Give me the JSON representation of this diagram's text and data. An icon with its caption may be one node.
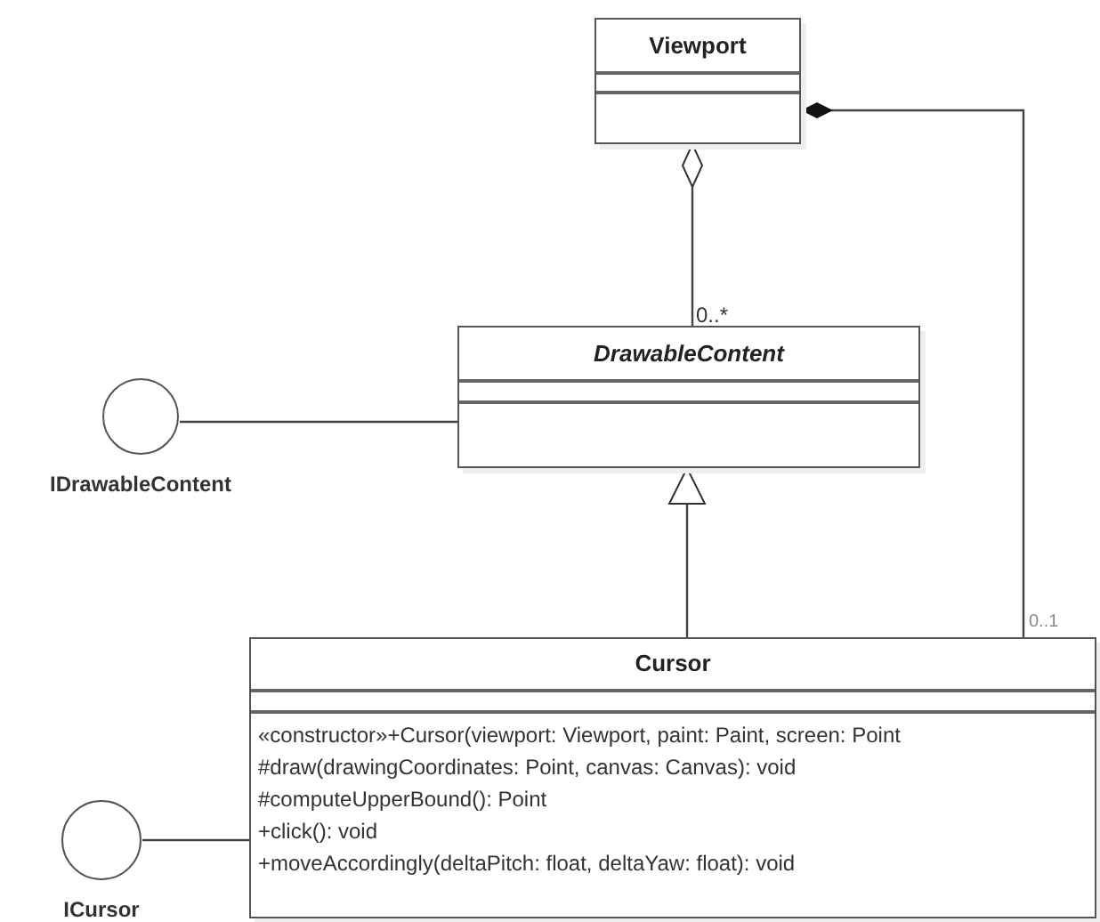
{
  "diagram": {
    "nodes": [
      {
        "text": [
          "Viewport"
        ]
      },
      {
        "text": [
          "DrawableContent"
        ]
      },
      {
        "text": [
          "IDrawableContent"
        ]
      },
      {
        "text": [
          "Cursor",
          "«constructor»+Cursor(viewport: Viewport, paint: Paint, screen: Point",
          "#draw(drawingCoordinates: Point, canvas: Canvas): void",
          "#computeUpperBound(): Point",
          "+click(): void",
          "+moveAccordingly(deltaPitch: float, deltaYaw: float): void"
        ]
      },
      {
        "text": [
          "ICursor"
        ]
      }
    ],
    "edges": [
      {
        "from": 1,
        "to": 0,
        "arrow": "other",
        "label": "0..*"
      },
      {
        "from": 3,
        "to": 0,
        "arrow": "other",
        "label": "0..1"
      },
      {
        "from": 3,
        "to": 1,
        "arrow": "to"
      },
      {
        "from": 2,
        "to": 1,
        "arrow": "none"
      },
      {
        "from": 4,
        "to": 3,
        "arrow": "none"
      }
    ]
  }
}
